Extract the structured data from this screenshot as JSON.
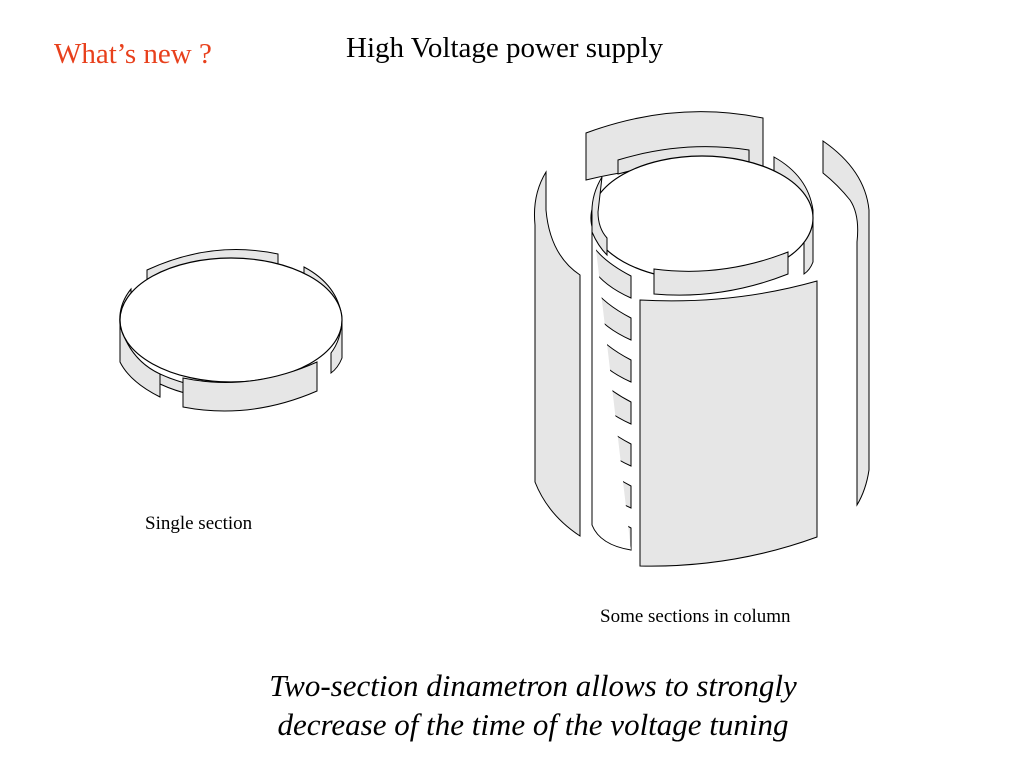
{
  "header": {
    "whats_new": "What’s new ?",
    "title": "High Voltage power supply"
  },
  "colors": {
    "accent": "#e8401c",
    "plate_fill": "#e6e6e6"
  },
  "diagram": {
    "single_section_label": "Single section",
    "column_label": "Some sections in column"
  },
  "footer": {
    "line1": "Two-section dinametron allows to strongly",
    "line2": "decrease of the time of the voltage tuning"
  }
}
